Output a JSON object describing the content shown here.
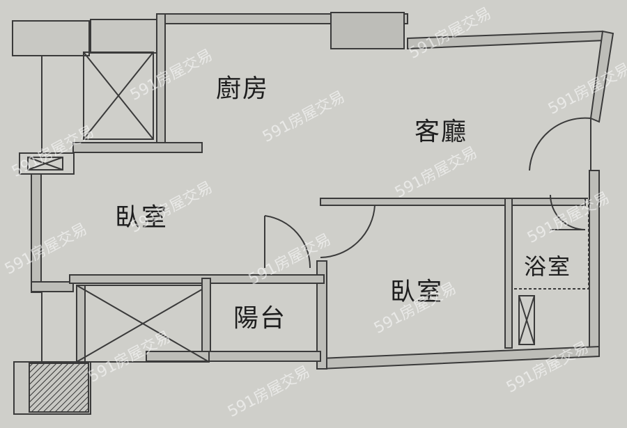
{
  "rooms": {
    "kitchen": "廚房",
    "living_room": "客廳",
    "bedroom_left": "臥室",
    "bedroom_right": "臥室",
    "bathroom": "浴室",
    "balcony": "陽台"
  },
  "watermark": "591房屋交易",
  "colors": {
    "background": "#cfcfca",
    "wall": "#3a3a3a",
    "wall_fill": "#bdbdb8",
    "text": "#1e1e1e"
  }
}
